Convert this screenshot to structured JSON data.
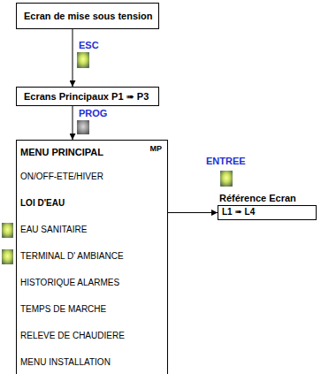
{
  "diagram": {
    "nodes": [
      {
        "text": [
          "Ecran de mise sous tension"
        ]
      },
      {
        "text": [
          "Ecrans Principaux P1 ➠ P3"
        ]
      },
      {
        "text": [
          "MENU PRINCIPAL",
          "MP",
          "ON/OFF-ETE/HIVER",
          "LOI D'EAU",
          "EAU SANITAIRE",
          "TERMINAL D' AMBIANCE",
          "HISTORIQUE ALARMES",
          "TEMPS DE MARCHE",
          "RELEVE DE CHAUDIERE",
          "MENU INSTALLATION"
        ]
      },
      {
        "text": [
          "Référence Ecran",
          "L1 ➠ L4"
        ]
      }
    ],
    "edges": [
      {
        "from": 0,
        "to": 1,
        "arrow": "to",
        "label": "ESC"
      },
      {
        "from": 1,
        "to": 2,
        "arrow": "to",
        "label": "PROG"
      },
      {
        "from": 2,
        "to": 3,
        "arrow": "to",
        "label": "ENTREE"
      }
    ]
  }
}
